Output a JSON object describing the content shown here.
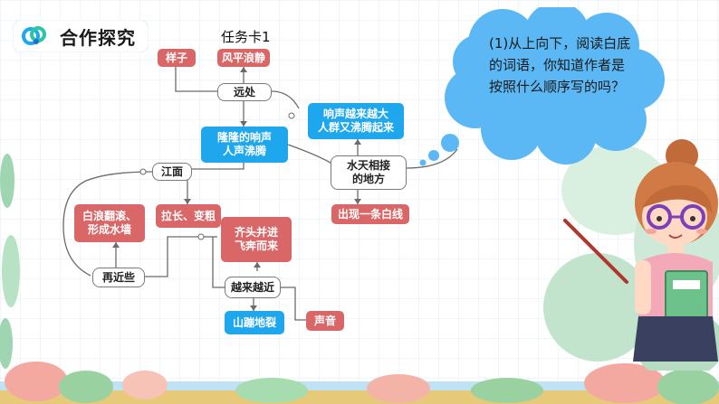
{
  "header": {
    "title": "合作探究",
    "card_title": "任务卡1"
  },
  "bubble": {
    "text": "(1)从上向下，阅读白底的词语，你知道作者是按照什么顺序写的吗？"
  },
  "nodes": {
    "yangzi": "样子",
    "fengping": "风平浪静",
    "yuanchu": "远处",
    "longlong_line1": "隆隆的响声",
    "longlong_line2": "人声沸腾",
    "xiangsheng_line1": "响声越来越大",
    "xiangsheng_line2": "人群又沸腾起来",
    "shuitian_line1": "水天相接",
    "shuitian_line2": "的地方",
    "baixian": "出现一条白线",
    "jiangmian": "江面",
    "lachang": "拉长、变粗",
    "bailang_line1": "白浪翻滚、",
    "bailang_line2": "形成水墙",
    "qitou_line1": "齐头并进",
    "qitou_line2": "飞奔而来",
    "zaijin": "再近些",
    "yuelai": "越来越近",
    "shanbeng": "山蹦地裂",
    "shengyin": "声音"
  },
  "colors": {
    "red_box": "#d96768",
    "blue_box": "#1fa7ee",
    "bubble": "#5bb8f5",
    "accent": "#1fa7ee"
  },
  "icons": {
    "logo": "knot-logo-icon",
    "teacher": "teacher-illustration",
    "pointer": "pointer-stick-icon"
  }
}
